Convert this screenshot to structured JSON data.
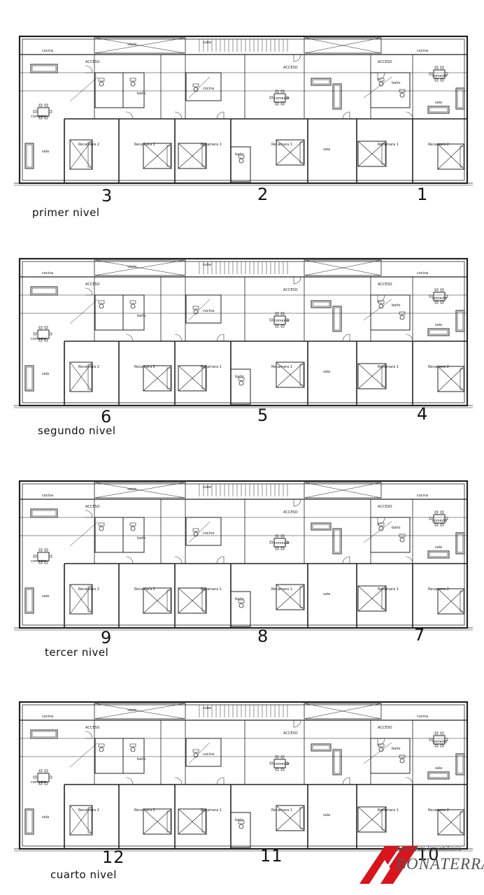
{
  "levels": [
    {
      "label": "primer nivel",
      "units": [
        "3",
        "2",
        "1"
      ]
    },
    {
      "label": "segundo nivel",
      "units": [
        "6",
        "5",
        "4"
      ]
    },
    {
      "label": "tercer nivel",
      "units": [
        "9",
        "8",
        "7"
      ]
    },
    {
      "label": "cuarto nivel",
      "units": [
        "12",
        "11",
        "10"
      ]
    }
  ],
  "rooms": {
    "recamara_1": "Recamara 1",
    "recamara_2": "Recamara 2",
    "bano": "baño",
    "cocina": "cocina",
    "comedor": "comedor",
    "sala": "sala",
    "acceso": "ACCESO",
    "vacio": "vacío",
    "sube": "sube"
  },
  "brand": {
    "small": "Consorcio Inmobiliario",
    "big": "BONATERRA",
    "color": "#d8141c"
  }
}
